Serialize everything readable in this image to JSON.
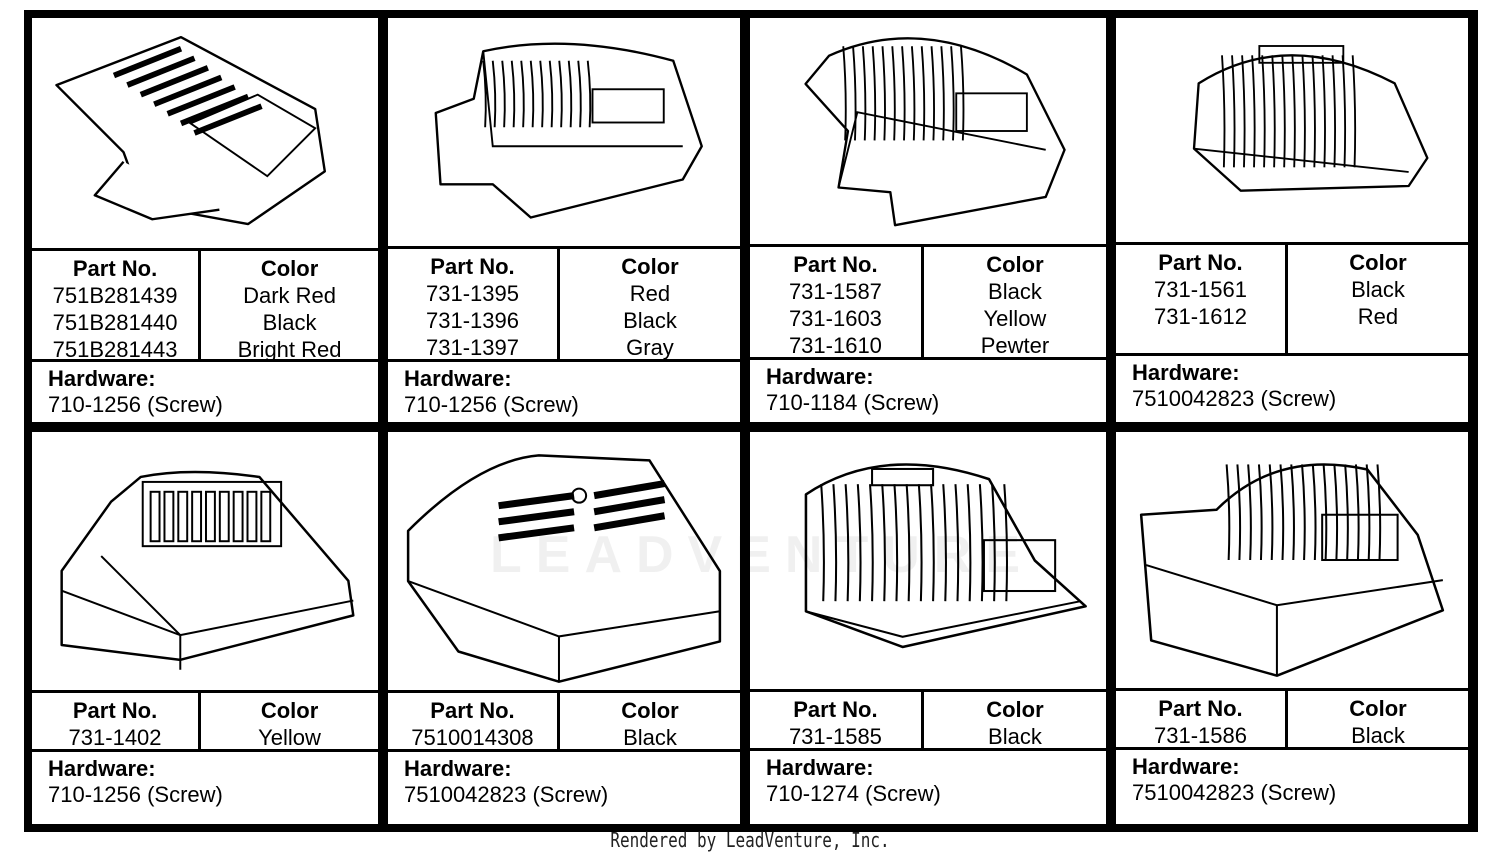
{
  "labels": {
    "part_no": "Part No.",
    "color": "Color",
    "hardware": "Hardware:"
  },
  "footer": "Rendered by LeadVenture, Inc.",
  "watermark": "LEADVENTURE",
  "cells": [
    {
      "icon": "engine-shroud-angled-slats-icon",
      "parts": [
        "751B281439",
        "751B281440",
        "751B281443"
      ],
      "colors": [
        "Dark Red",
        "Black",
        "Bright Red"
      ],
      "hardware": "710-1256 (Screw)"
    },
    {
      "icon": "engine-shroud-ribbed-dome-icon",
      "parts": [
        "731-1395",
        "731-1396",
        "731-1397"
      ],
      "colors": [
        "Red",
        "Black",
        "Gray"
      ],
      "hardware": "710-1256 (Screw)"
    },
    {
      "icon": "engine-shroud-rounded-ribbed-icon",
      "parts": [
        "731-1587",
        "731-1603",
        "731-1610"
      ],
      "colors": [
        "Black",
        "Yellow",
        "Pewter"
      ],
      "hardware": "710-1184 (Screw)"
    },
    {
      "icon": "engine-shroud-compact-ribbed-icon",
      "parts": [
        "731-1561",
        "731-1612"
      ],
      "colors": [
        "Black",
        "Red"
      ],
      "hardware": "7510042823 (Screw)"
    },
    {
      "icon": "engine-shroud-grille-top-icon",
      "parts": [
        "731-1402"
      ],
      "colors": [
        "Yellow"
      ],
      "hardware": "710-1256 (Screw)"
    },
    {
      "icon": "engine-shroud-smooth-vents-icon",
      "parts": [
        "7510014308"
      ],
      "colors": [
        "Black"
      ],
      "hardware": "7510042823 (Screw)"
    },
    {
      "icon": "engine-shroud-ribbed-flat-icon",
      "parts": [
        "731-1585"
      ],
      "colors": [
        "Black"
      ],
      "hardware": "710-1274 (Screw)"
    },
    {
      "icon": "engine-shroud-ribbed-box-icon",
      "parts": [
        "731-1586"
      ],
      "colors": [
        "Black"
      ],
      "hardware": "7510042823 (Screw)"
    }
  ]
}
